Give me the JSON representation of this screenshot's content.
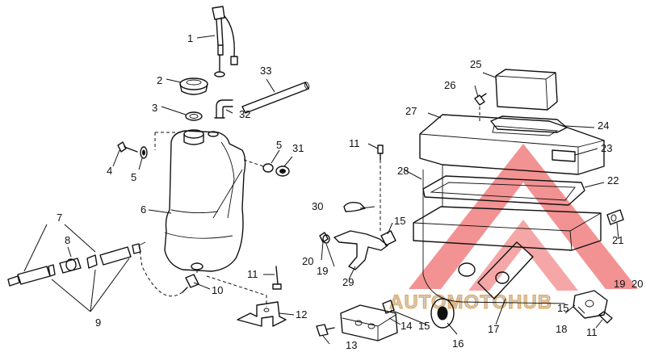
{
  "diagram": {
    "callouts": [
      "1",
      "2",
      "3",
      "4",
      "5",
      "6",
      "7",
      "8",
      "9",
      "10",
      "11",
      "12",
      "13",
      "14",
      "15",
      "16",
      "17",
      "18",
      "19",
      "20",
      "21",
      "22",
      "23",
      "24",
      "25",
      "26",
      "27",
      "28",
      "29",
      "30",
      "31",
      "32",
      "33"
    ],
    "extra_labels": {
      "n5b": "5",
      "n11b": "11",
      "n11c": "11",
      "n15b": "15",
      "n15c": "15",
      "n19b": "19",
      "n20b": "20"
    }
  },
  "watermark": {
    "text": "AUTOMOTOHUB",
    "colors": {
      "triangle": "#e8393a",
      "text": "#c9c9c9",
      "outline": "#e9a44a"
    }
  }
}
